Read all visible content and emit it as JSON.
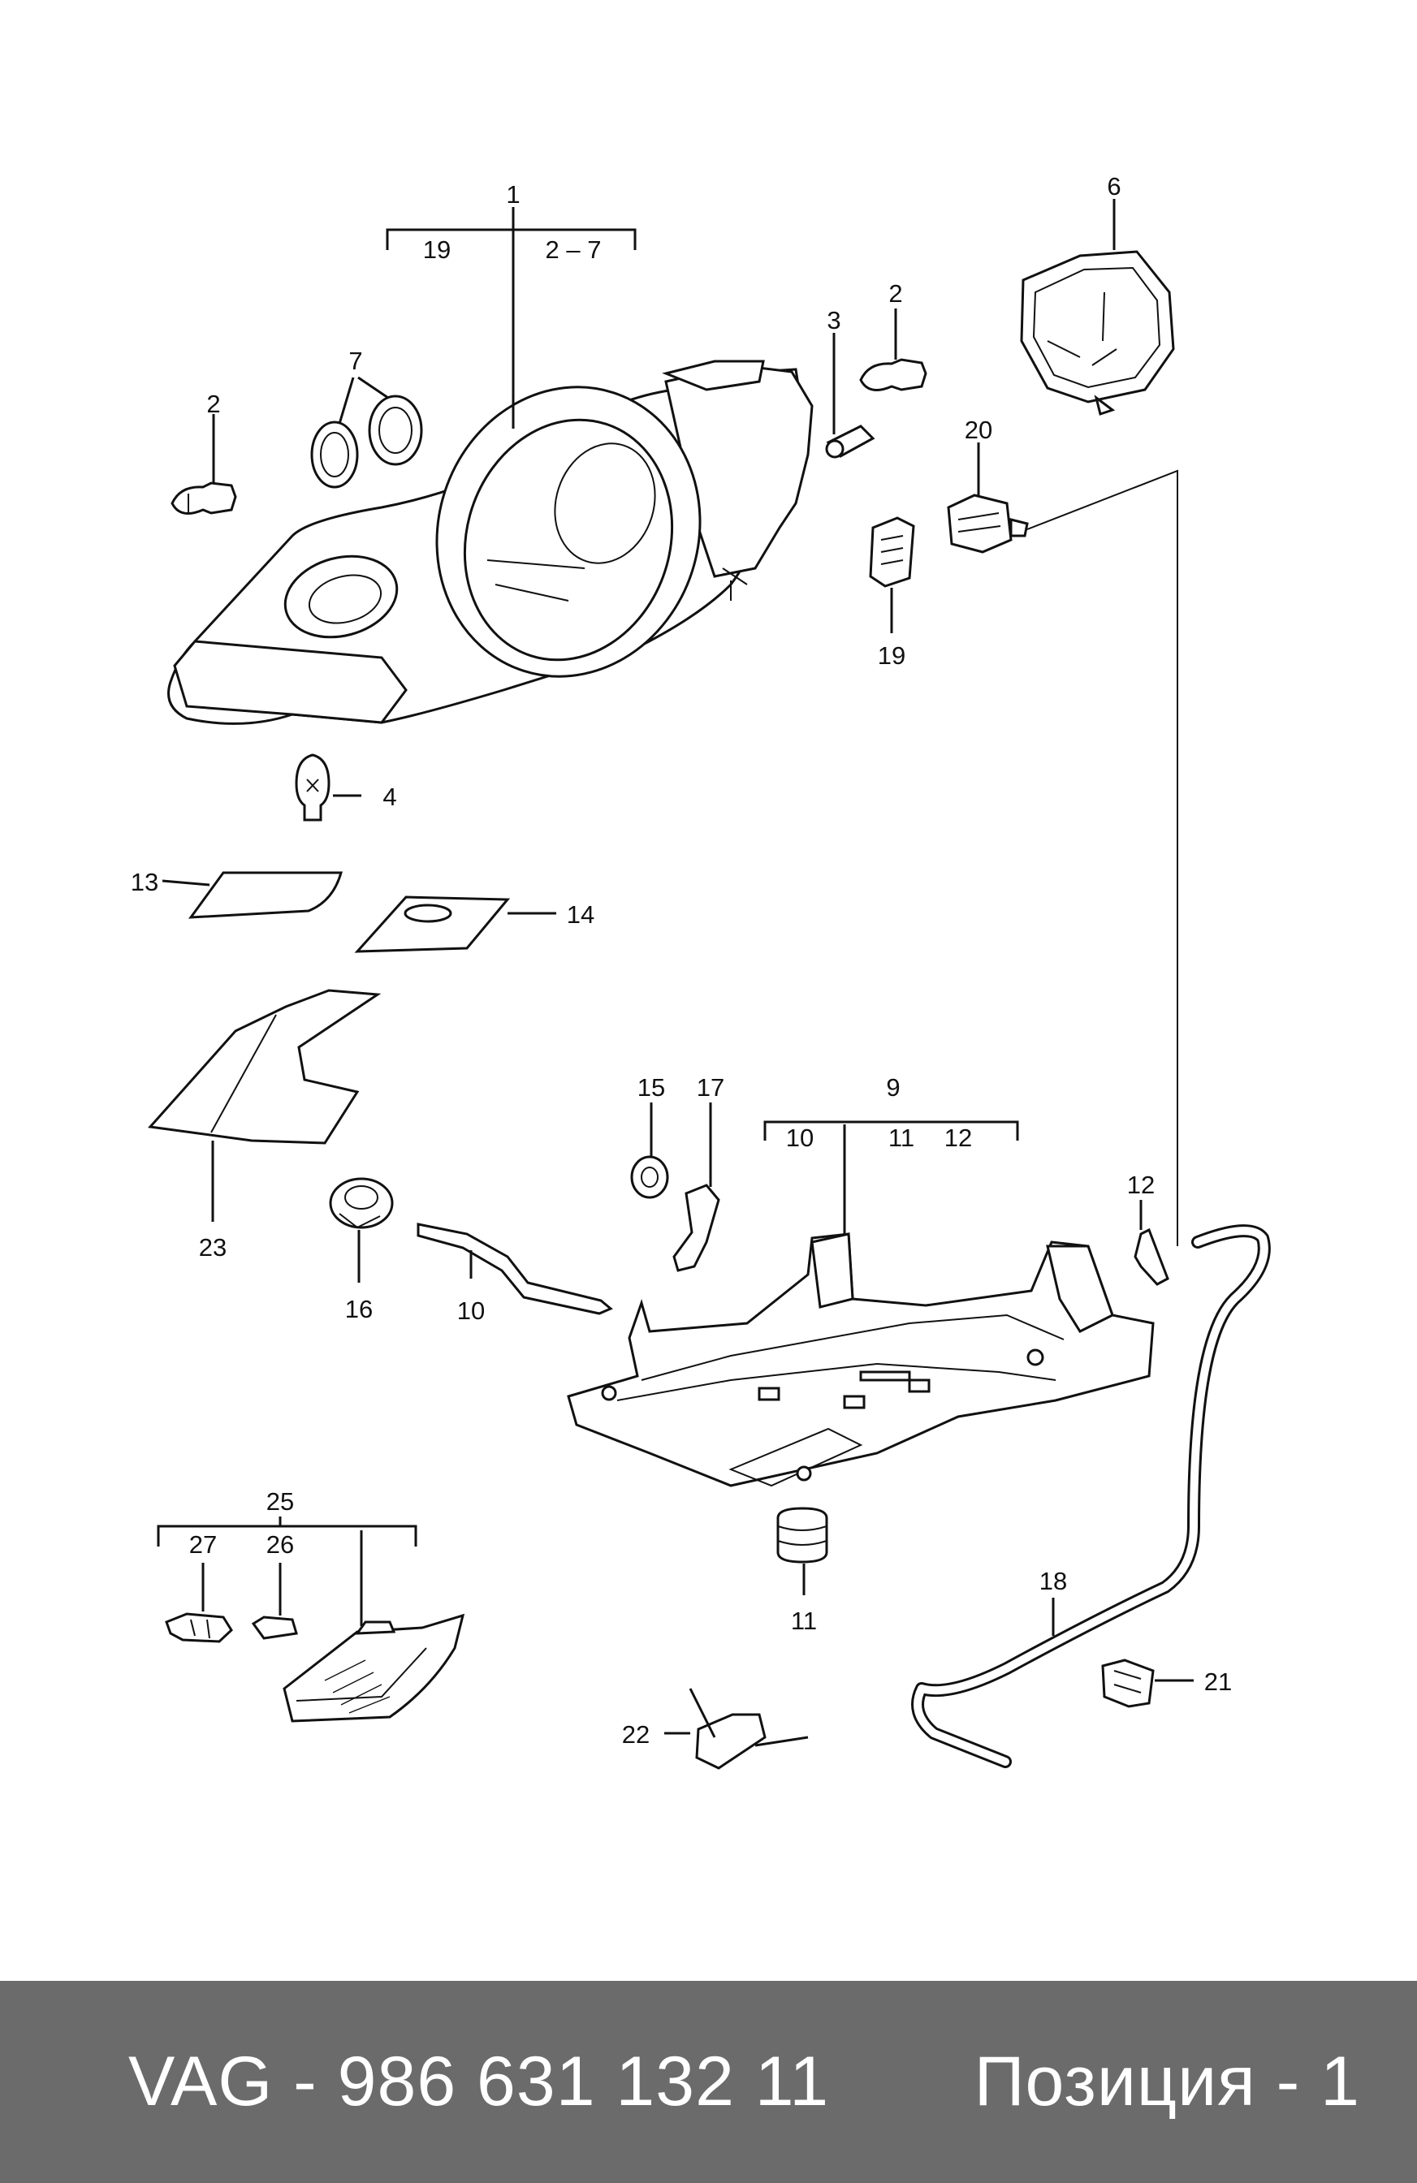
{
  "footer": {
    "part_number": "VAG - 986 631 132 11",
    "position": "Позиция - 1"
  },
  "callouts": {
    "c1": "1",
    "c1_left": "19",
    "c1_right": "2 – 7",
    "c2_left": "2",
    "c2_right": "2",
    "c3": "3",
    "c4": "4",
    "c6": "6",
    "c7": "7",
    "c9": "9",
    "c9_a": "10",
    "c9_b": "11",
    "c9_c": "12",
    "c10": "10",
    "c11": "11",
    "c12": "12",
    "c13": "13",
    "c14": "14",
    "c15": "15",
    "c16": "16",
    "c17": "17",
    "c18": "18",
    "c19": "19",
    "c20": "20",
    "c21": "21",
    "c22": "22",
    "c23": "23",
    "c25": "25",
    "c26": "26",
    "c27": "27"
  }
}
